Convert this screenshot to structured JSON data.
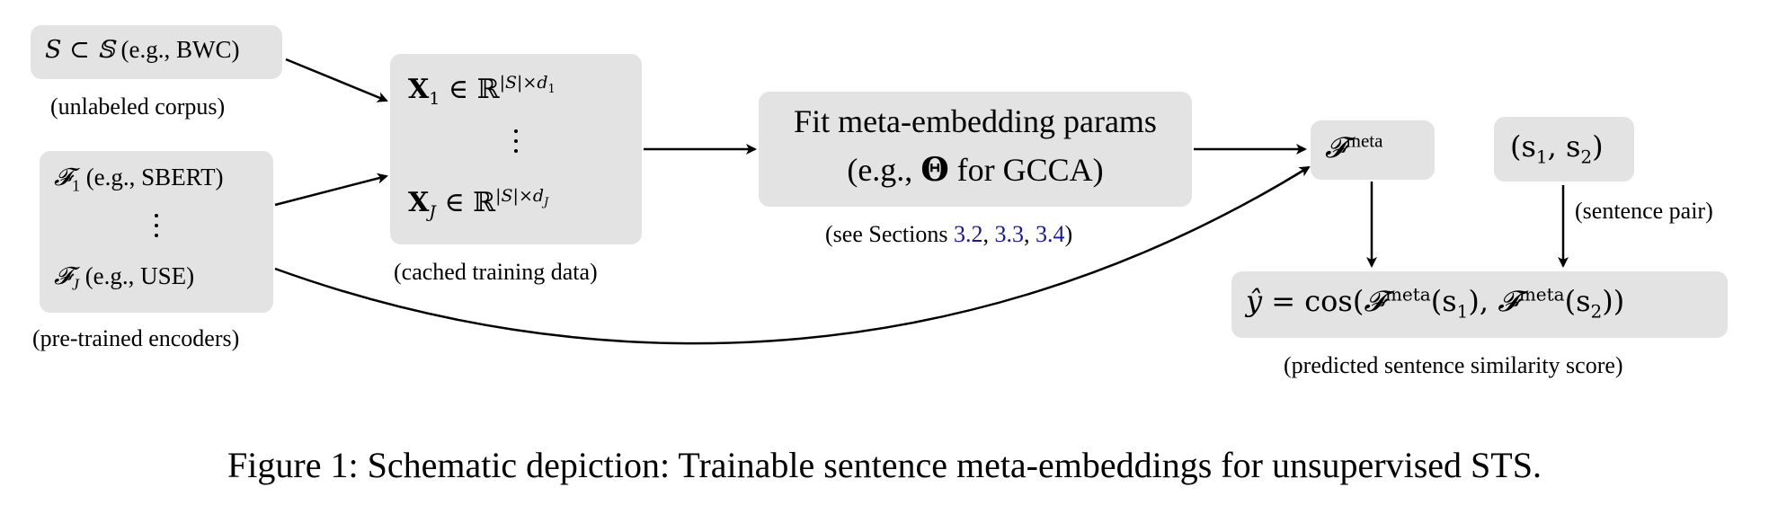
{
  "corpus": {
    "set_math": "S ⊂ 𝕊",
    "example": "(e.g., BWC)",
    "caption": "(unlabeled corpus)"
  },
  "encoders": {
    "first_symbol": "𝓕",
    "first_sub": "1",
    "first_example": "(e.g., SBERT)",
    "last_symbol": "𝓕",
    "last_sub": "J",
    "last_example": "(e.g., USE)",
    "caption": "(pre-trained encoders)"
  },
  "training": {
    "x1_sym": "X",
    "x1_sub": "1",
    "x1_rel": " ∈ ℝ",
    "x1_sup": "|S|×d",
    "x1_supsub": "1",
    "xj_sym": "X",
    "xj_sub": "J",
    "xj_rel": " ∈ ℝ",
    "xj_sup": "|S|×d",
    "xj_supsub": "J",
    "caption": "(cached training data)"
  },
  "fit": {
    "line1": "Fit meta-embedding params",
    "line2_pre": "(e.g., ",
    "line2_theta": "Θ",
    "line2_post": " for GCCA)",
    "caption_pre": "(see Sections ",
    "ref1": "3.2",
    "sep1": ", ",
    "ref2": "3.3",
    "sep2": ", ",
    "ref3": "3.4",
    "caption_post": ")"
  },
  "meta": {
    "symbol": "𝓕",
    "sup": "meta"
  },
  "pair": {
    "text": "(s",
    "sub1": "1",
    "mid": ", s",
    "sub2": "2",
    "close": ")",
    "caption": "(sentence pair)"
  },
  "output": {
    "yhat": "ŷ",
    "eq": " = cos(",
    "f": "𝓕",
    "sup": "meta",
    "arg1": "(s",
    "sub1": "1",
    "between": "), ",
    "f2": "𝓕",
    "sup2": "meta",
    "arg2": "(s",
    "sub2": "2",
    "end": "))",
    "caption": "(predicted sentence similarity score)"
  },
  "figure_caption": "Figure 1: Schematic depiction: Trainable sentence meta-embeddings for unsupervised STS."
}
